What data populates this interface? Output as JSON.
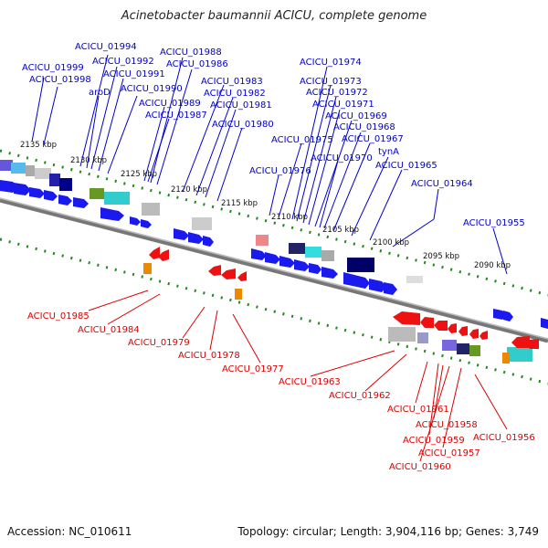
{
  "title": "Acinetobacter baumannii ACICU, complete genome",
  "footer": {
    "accession": "Accession: NC_010611",
    "summary": "Topology: circular; Length: 3,904,116 bp; Genes: 3,749"
  },
  "colors": {
    "forward_label": "#0000cc",
    "reverse_label": "#dd0000",
    "forward_gene": "#1a1aee",
    "reverse_gene": "#ee1111",
    "backbone": "#888888",
    "tick": "#228822"
  },
  "scale_labels": [
    "2135 kbp",
    "2130 kbp",
    "2125 kbp",
    "2120 kbp",
    "2115 kbp",
    "2110 kbp",
    "2105 kbp",
    "2100 kbp",
    "2095 kbp",
    "2090 kbp"
  ],
  "forward_labels": [
    "ACICU_01994",
    "ACICU_01999",
    "ACICU_01992",
    "ACICU_01998",
    "ACICU_01991",
    "aroD",
    "ACICU_01990",
    "ACICU_01988",
    "ACICU_01986",
    "ACICU_01989",
    "ACICU_01987",
    "ACICU_01983",
    "ACICU_01982",
    "ACICU_01981",
    "ACICU_01980",
    "ACICU_01974",
    "ACICU_01973",
    "ACICU_01972",
    "ACICU_01971",
    "ACICU_01969",
    "ACICU_01968",
    "ACICU_01975",
    "ACICU_01967",
    "ACICU_01970",
    "tynA",
    "ACICU_01976",
    "ACICU_01965",
    "ACICU_01964",
    "ACICU_01955"
  ],
  "reverse_labels": [
    "ACICU_01985",
    "ACICU_01984",
    "ACICU_01979",
    "ACICU_01978",
    "ACICU_01977",
    "ACICU_01963",
    "ACICU_01962",
    "ACICU_01961",
    "ACICU_01958",
    "ACICU_01959",
    "ACICU_01957",
    "ACICU_01960",
    "ACICU_01956"
  ]
}
